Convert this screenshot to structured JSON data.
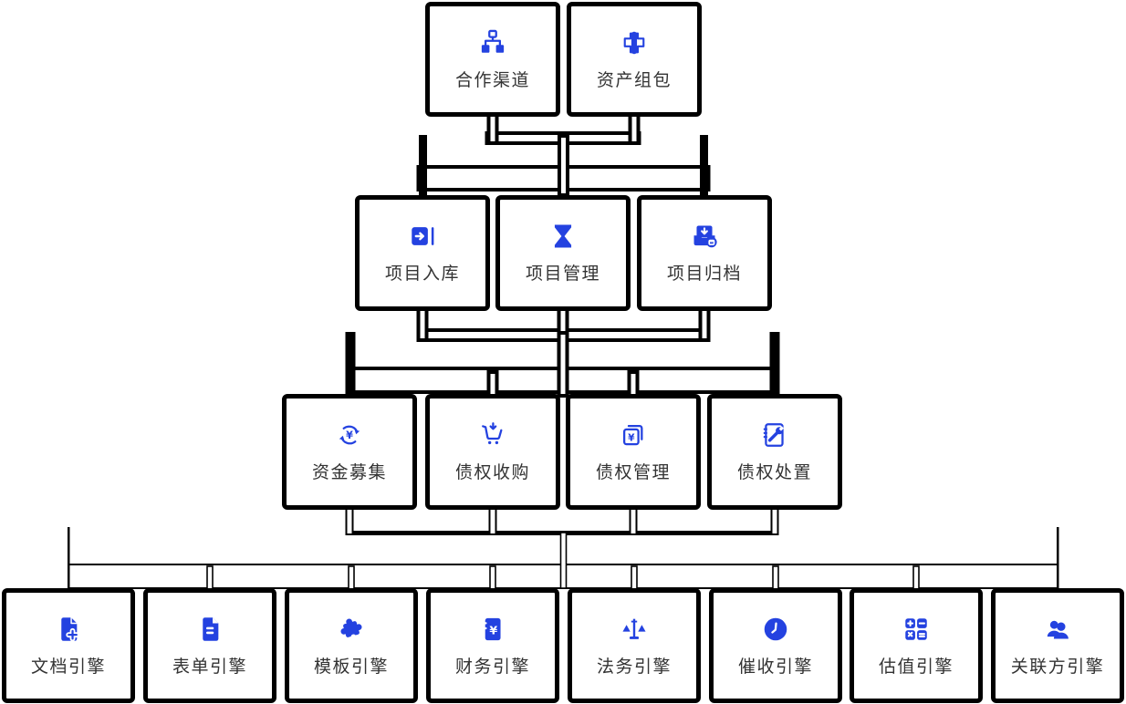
{
  "diagram": {
    "rows": [
      {
        "name": "channel-layer",
        "boxes": [
          {
            "label": "合作渠道",
            "icon": "sitemap-icon"
          },
          {
            "label": "资产组包",
            "icon": "asset-package-icon"
          }
        ]
      },
      {
        "name": "project-layer",
        "boxes": [
          {
            "label": "项目入库",
            "icon": "import-icon"
          },
          {
            "label": "项目管理",
            "icon": "hourglass-icon"
          },
          {
            "label": "项目归档",
            "icon": "archive-download-icon"
          }
        ]
      },
      {
        "name": "debt-layer",
        "boxes": [
          {
            "label": "资金募集",
            "icon": "refresh-yen-icon"
          },
          {
            "label": "债权收购",
            "icon": "cart-download-icon"
          },
          {
            "label": "债权管理",
            "icon": "yen-card-icon"
          },
          {
            "label": "债权处置",
            "icon": "doc-wrench-icon"
          }
        ]
      },
      {
        "name": "engine-layer",
        "boxes": [
          {
            "label": "文档引擎",
            "icon": "doc-plus-icon"
          },
          {
            "label": "表单引擎",
            "icon": "form-doc-icon"
          },
          {
            "label": "模板引擎",
            "icon": "puzzle-icon"
          },
          {
            "label": "财务引擎",
            "icon": "yen-book-icon"
          },
          {
            "label": "法务引擎",
            "icon": "scales-icon"
          },
          {
            "label": "催收引擎",
            "icon": "clock-icon"
          },
          {
            "label": "估值引擎",
            "icon": "calculator-icon"
          },
          {
            "label": "关联方引擎",
            "icon": "users-icon"
          }
        ]
      }
    ]
  },
  "colors": {
    "accent_blue": "#2442e0",
    "box_border": "#000000",
    "connector": "#000000",
    "label_text": "#333333",
    "background": "#ffffff"
  }
}
